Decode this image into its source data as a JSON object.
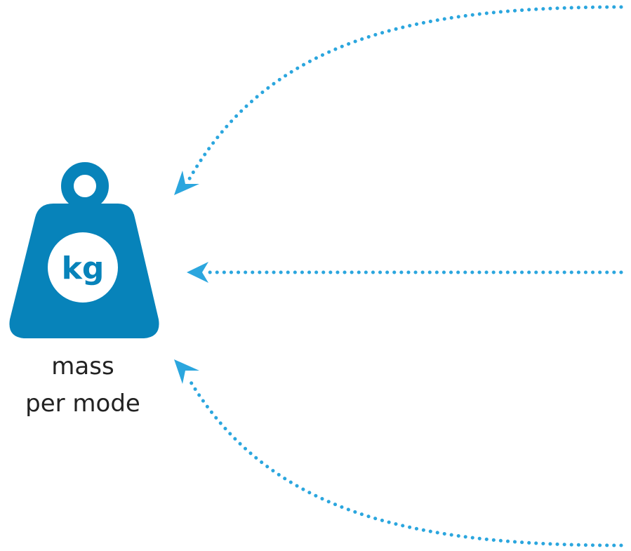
{
  "weight": {
    "unit_label": "kg",
    "caption_line1": "mass",
    "caption_line2": "per mode",
    "icon": "weight-icon"
  },
  "colors": {
    "weight_fill": "#0783BA",
    "arrow": "#2BA6DE",
    "caption_text": "#222222",
    "background": "#FFFFFF"
  }
}
